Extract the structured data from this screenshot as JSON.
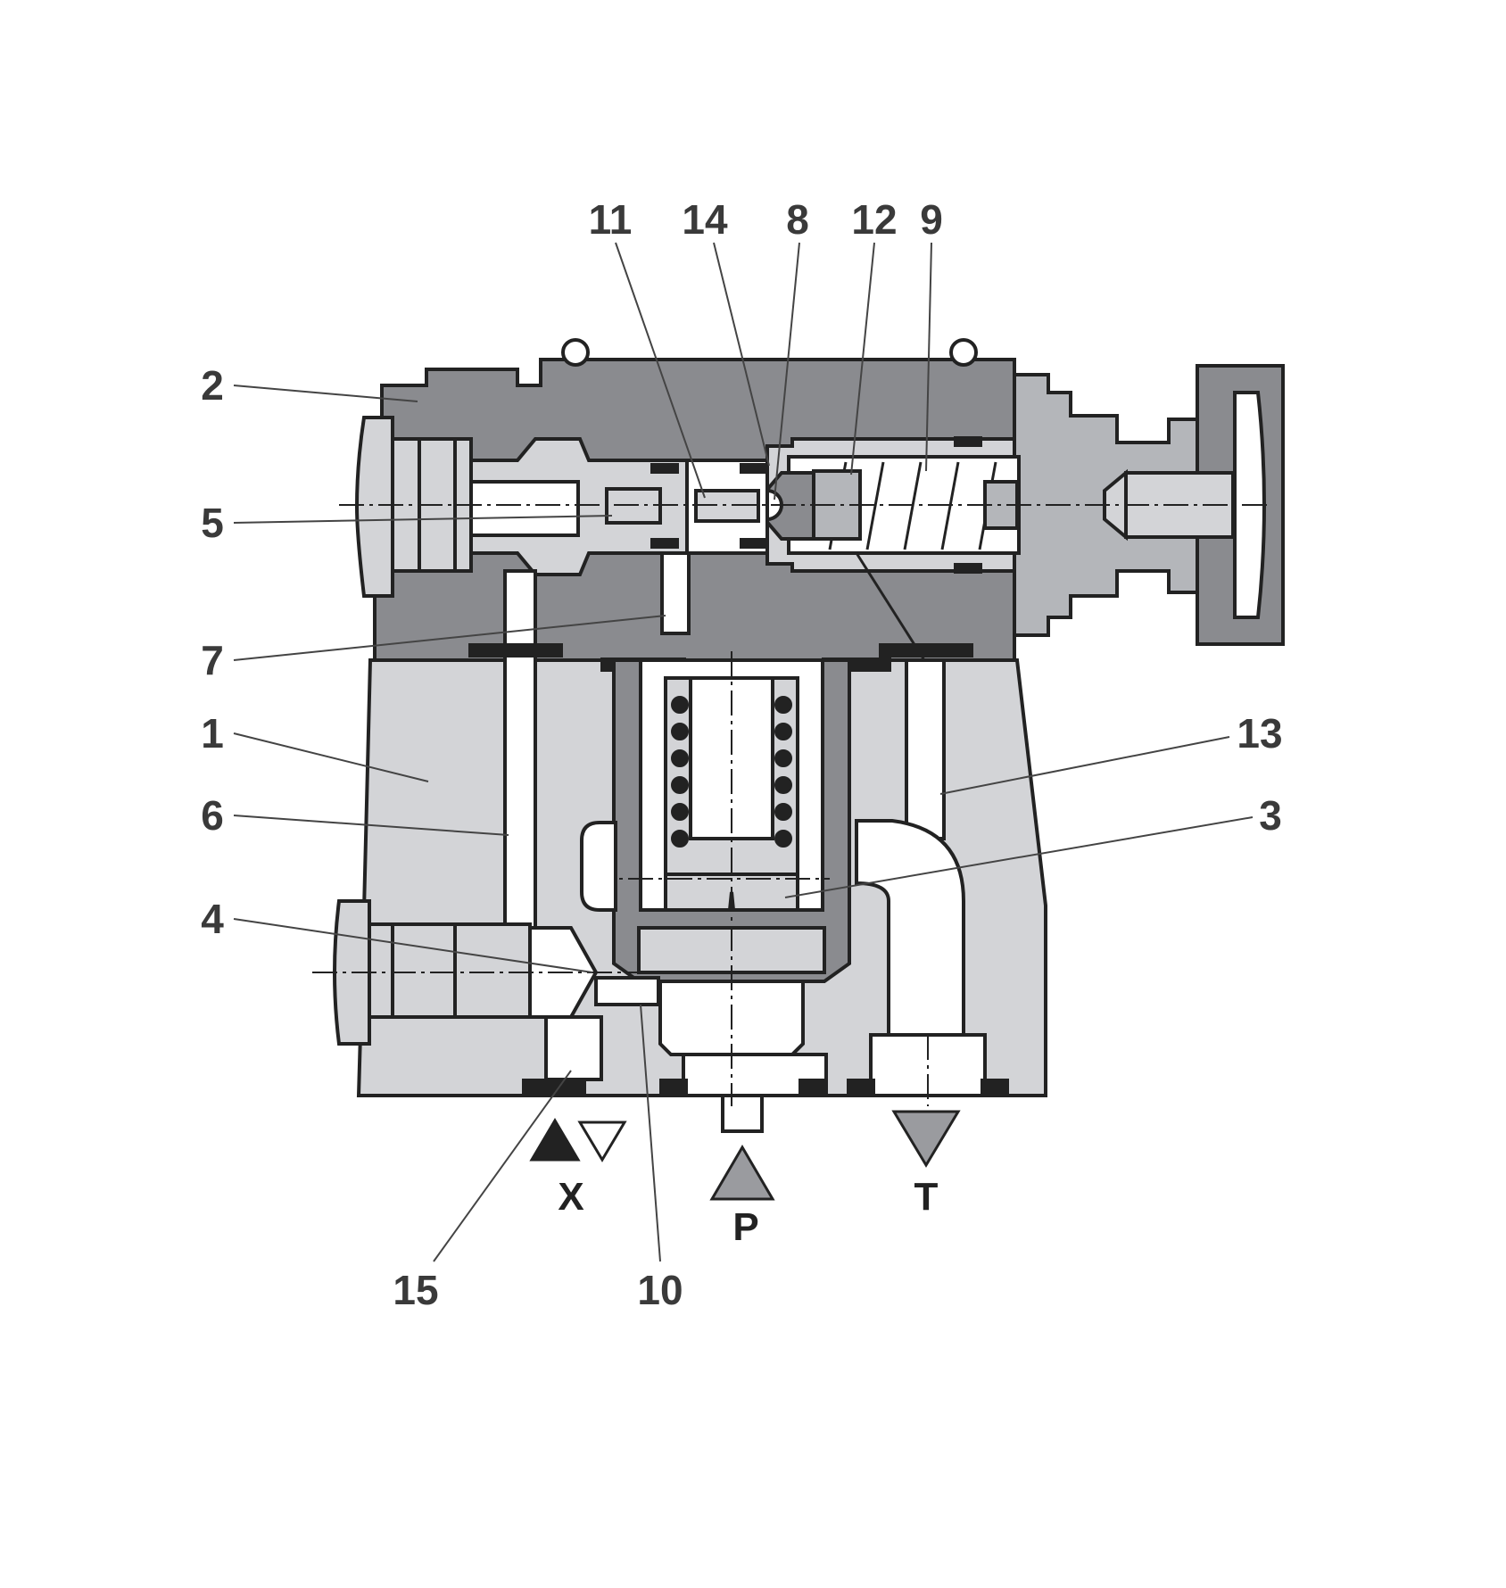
{
  "callouts": {
    "c1": "1",
    "c2": "2",
    "c3": "3",
    "c4": "4",
    "c5": "5",
    "c6": "6",
    "c7": "7",
    "c8": "8",
    "c9": "9",
    "c10": "10",
    "c11": "11",
    "c12": "12",
    "c13": "13",
    "c14": "14",
    "c15": "15"
  },
  "ports": {
    "x": "X",
    "p": "P",
    "t": "T"
  },
  "colors": {
    "housing_dark": "#8a8b8f",
    "housing_light": "#d3d4d7",
    "outline": "#222222",
    "label": "#3a3a3a",
    "port_symbol_gray": "#9a9b9f"
  }
}
